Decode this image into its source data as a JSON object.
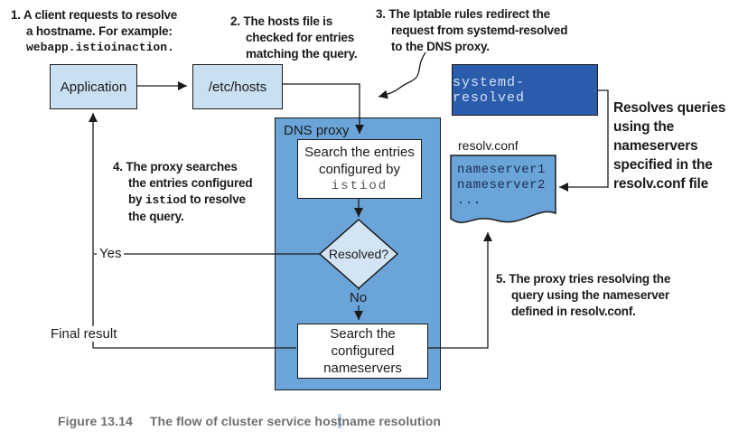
{
  "notes": {
    "n1": {
      "l1": "1. A client requests to resolve",
      "l2": "a hostname. For example:",
      "code": "webapp.istioinaction."
    },
    "n2": {
      "l1": "2. The hosts file is",
      "l2": "checked for entries",
      "l3": "matching the query."
    },
    "n3": {
      "l1": "3. The Iptable rules redirect the",
      "l2": "request from systemd-resolved",
      "l3": "to the DNS proxy."
    },
    "n4": {
      "l1": "4. The proxy searches",
      "l2": "the entries configured",
      "l3a": "by ",
      "l3b": "istiod",
      "l3c": " to resolve",
      "l4": "the query."
    },
    "n5": {
      "l1": "5. The proxy tries resolving the",
      "l2": "query using the nameserver",
      "l3": "defined in resolv.conf."
    },
    "right": {
      "l1": "Resolves queries",
      "l2": "using the",
      "l3": "nameservers",
      "l4": "specified in the",
      "l5": "resolv.conf file"
    }
  },
  "nodes": {
    "application": "Application",
    "etc_hosts": "/etc/hosts",
    "systemd_resolved": "systemd-resolved",
    "dns_proxy_label": "DNS proxy",
    "search_entries_l1": "Search the entries",
    "search_entries_l2": "configured by",
    "search_entries_code": "istiod",
    "decision": "Resolved?",
    "search_ns_l1": "Search the",
    "search_ns_l2": "configured",
    "search_ns_l3": "nameservers",
    "resolv_label": "resolv.conf",
    "resolv_line1": "nameserver1",
    "resolv_line2": "nameserver2",
    "resolv_line3": "..."
  },
  "edges": {
    "yes": "Yes",
    "no": "No",
    "final": "Final result"
  },
  "figure": {
    "caption_label": "Figure 13.14",
    "caption_pre": "The flow of cluster service hos",
    "caption_highlight": "t",
    "caption_post": "name resolution"
  },
  "colors": {
    "box_light_blue": "#c9dff2",
    "panel_blue": "#6aa4d9",
    "diamond_blue": "#d3e5f5",
    "dark_blue": "#2b5cab",
    "dark_blue_text": "#d4e2f4",
    "doc_text_navy": "#1c2c52",
    "caption_gray": "#6e6f71",
    "selection_blue": "#b5cfec",
    "line_black": "#1a1a1a"
  }
}
